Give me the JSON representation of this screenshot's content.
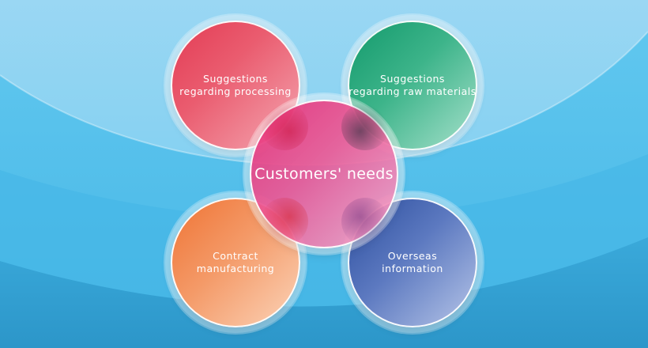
{
  "center": {
    "label": "Customers' needs"
  },
  "bubbles": {
    "processing": {
      "line1": "Suggestions",
      "line2": "regarding processing"
    },
    "raw_materials": {
      "line1": "Suggestions",
      "line2": "regarding raw materials"
    },
    "contract": {
      "line1": "Contract",
      "line2": "manufacturing"
    },
    "overseas": {
      "line1": "Overseas",
      "line2": "information"
    }
  },
  "colors": {
    "background_light": "#8fd3f2",
    "background_mid": "#4fbde9",
    "background_dark": "#2f9fd2",
    "processing": "#e33c55",
    "raw_materials": "#139a6c",
    "contract": "#ef7435",
    "overseas": "#2c4e9e",
    "center": "#e8467f"
  }
}
